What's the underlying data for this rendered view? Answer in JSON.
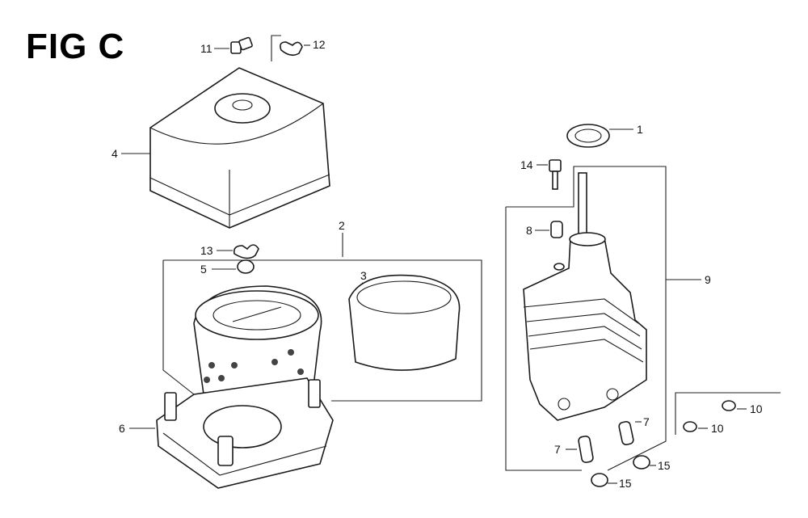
{
  "figure": {
    "title": "FIG C",
    "callouts": [
      {
        "id": "c11",
        "label": "11"
      },
      {
        "id": "c12",
        "label": "12"
      },
      {
        "id": "c4",
        "label": "4"
      },
      {
        "id": "c1",
        "label": "1"
      },
      {
        "id": "c14",
        "label": "14"
      },
      {
        "id": "c2",
        "label": "2"
      },
      {
        "id": "c8",
        "label": "8"
      },
      {
        "id": "c13",
        "label": "13"
      },
      {
        "id": "c5",
        "label": "5"
      },
      {
        "id": "c3",
        "label": "3"
      },
      {
        "id": "c9",
        "label": "9"
      },
      {
        "id": "c6",
        "label": "6"
      },
      {
        "id": "c10a",
        "label": "10"
      },
      {
        "id": "c10b",
        "label": "10"
      },
      {
        "id": "c7a",
        "label": "7"
      },
      {
        "id": "c7b",
        "label": "7"
      },
      {
        "id": "c15a",
        "label": "15"
      },
      {
        "id": "c15b",
        "label": "15"
      }
    ]
  },
  "colors": {
    "ink": "#1a1a1a",
    "background": "#ffffff"
  }
}
